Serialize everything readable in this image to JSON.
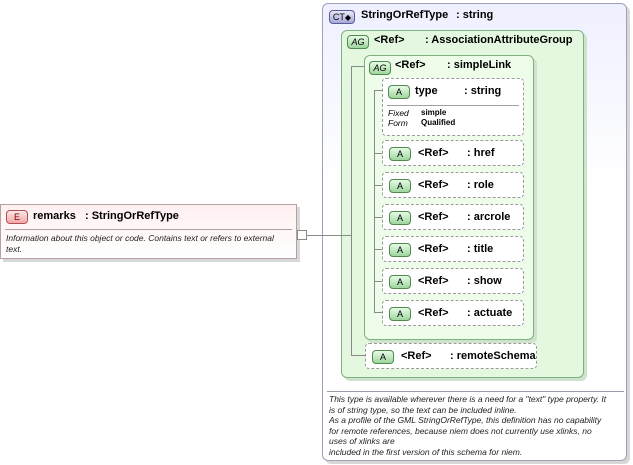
{
  "element": {
    "badge": "E",
    "name": "remarks",
    "type": ": StringOrRefType",
    "doc": "Information about this object or code. Contains text or refers to external text."
  },
  "complex_type": {
    "badge": "CT",
    "name": "StringOrRefType",
    "type": ": string",
    "doc": [
      "This type is available wherever there is a need for a \"text\" type property. It",
      "is of string type, so the text can be included inline.",
      "As a profile of the GML StringOrRefType, this definition has no capability",
      "for remote references, because niem does not currently use xlinks, no",
      "uses of xlinks are",
      "included in the first version of this schema for niem."
    ]
  },
  "group_outer": {
    "badge": "AG",
    "ref": "<Ref>",
    "name": ": AssociationAttributeGroup"
  },
  "group_inner": {
    "badge": "AG",
    "ref": "<Ref>",
    "name": ": simpleLink"
  },
  "type_attr": {
    "badge": "A",
    "name": "type",
    "type": ": string",
    "fixed_label": "Fixed",
    "fixed_value": "simple",
    "form_label": "Form",
    "form_value": "Qualified"
  },
  "ref_attrs": [
    {
      "badge": "A",
      "ref": "<Ref>",
      "name": ": href"
    },
    {
      "badge": "A",
      "ref": "<Ref>",
      "name": ": role"
    },
    {
      "badge": "A",
      "ref": "<Ref>",
      "name": ": arcrole"
    },
    {
      "badge": "A",
      "ref": "<Ref>",
      "name": ": title"
    },
    {
      "badge": "A",
      "ref": "<Ref>",
      "name": ": show"
    },
    {
      "badge": "A",
      "ref": "<Ref>",
      "name": ": actuate"
    }
  ],
  "remote_schema": {
    "badge": "A",
    "ref": "<Ref>",
    "name": ": remoteSchema"
  }
}
